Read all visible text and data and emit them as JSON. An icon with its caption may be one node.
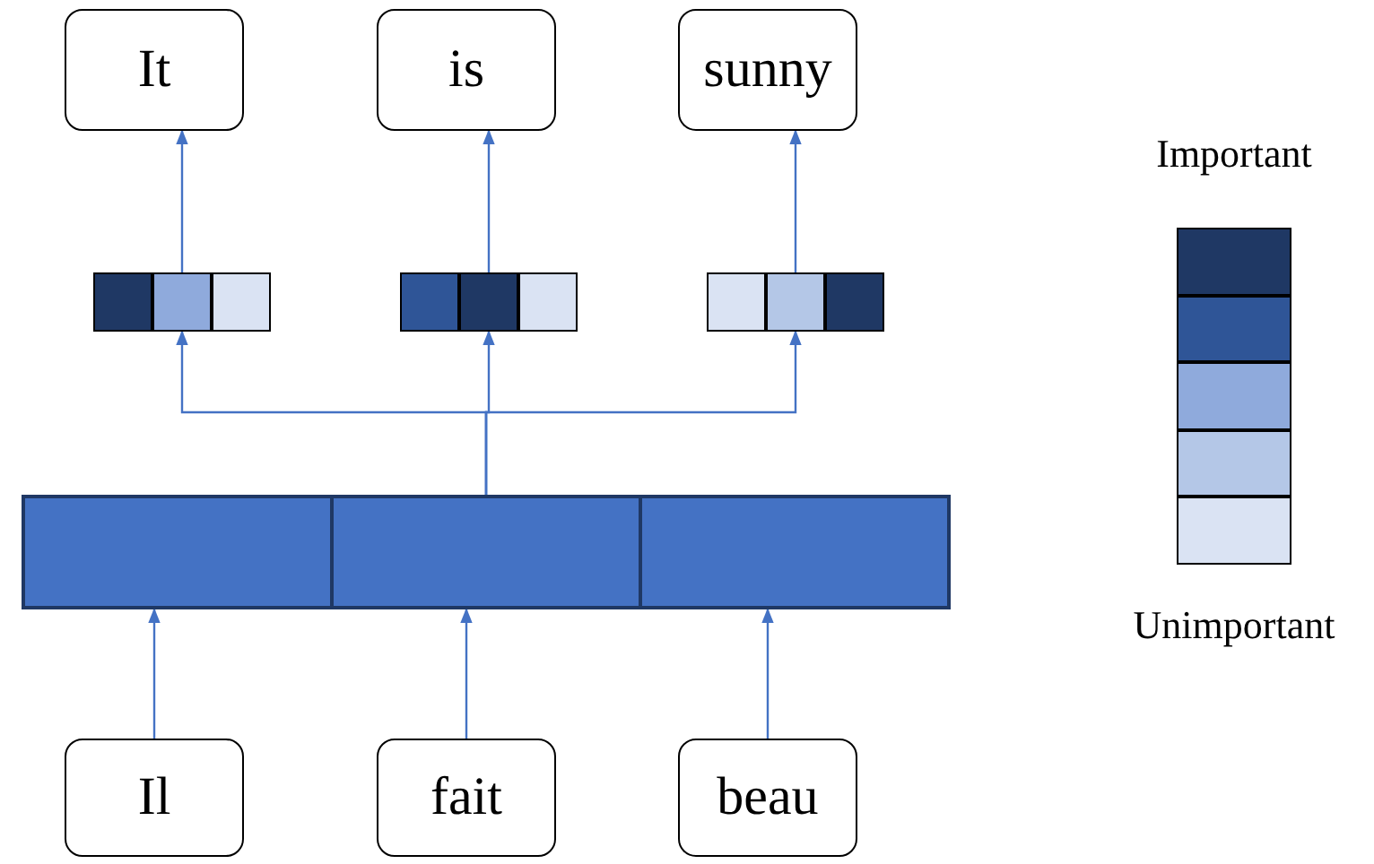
{
  "diagram": {
    "nodes": [
      {
        "text": [
          "It"
        ]
      },
      {
        "text": [
          "is"
        ]
      },
      {
        "text": [
          "sunny"
        ]
      },
      {
        "text": [],
        "shape": "bar"
      },
      {
        "text": [],
        "shape": "bar"
      },
      {
        "text": [],
        "shape": "bar"
      },
      {
        "text": [],
        "shape": "bar"
      },
      {
        "text": [
          "Il"
        ]
      },
      {
        "text": [
          "fait"
        ]
      },
      {
        "text": [
          "beau"
        ]
      }
    ],
    "edges": [
      {
        "from": 3,
        "to": 0,
        "arrow": "to"
      },
      {
        "from": 4,
        "to": 1,
        "arrow": "to"
      },
      {
        "from": 5,
        "to": 2,
        "arrow": "to"
      },
      {
        "from": 6,
        "to": 3,
        "arrow": "to"
      },
      {
        "from": 6,
        "to": 4,
        "arrow": "to"
      },
      {
        "from": 6,
        "to": 5,
        "arrow": "to"
      },
      {
        "from": 7,
        "to": 6,
        "arrow": "to"
      },
      {
        "from": 8,
        "to": 6,
        "arrow": "to"
      },
      {
        "from": 9,
        "to": 6,
        "arrow": "to"
      }
    ],
    "labels": [
      "Important",
      "Unimportant"
    ]
  }
}
